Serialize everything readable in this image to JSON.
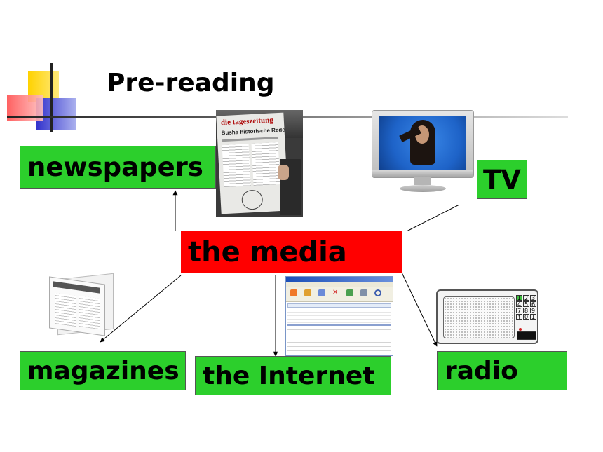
{
  "slide": {
    "title": "Pre-reading"
  },
  "nodes": {
    "center": "the media",
    "newspapers": "newspapers",
    "tv": "TV",
    "magazines": "magazines",
    "internet": "the Internet",
    "radio": "radio"
  },
  "images": {
    "newspaper_masthead": "die tageszeitung",
    "newspaper_headline": "Bushs historische Rede",
    "radio_keys": [
      "1",
      "2",
      "3",
      "4",
      "5",
      "6",
      "7",
      "8",
      "9",
      "f",
      "0",
      "1"
    ]
  },
  "colors": {
    "label_green": "#2ccf2c",
    "center_red": "#ff0000",
    "deco_yellow": "#ffd200",
    "deco_red": "#ff5050",
    "deco_blue": "#3333cc",
    "tv_screen_blue": "#1e63c8"
  }
}
